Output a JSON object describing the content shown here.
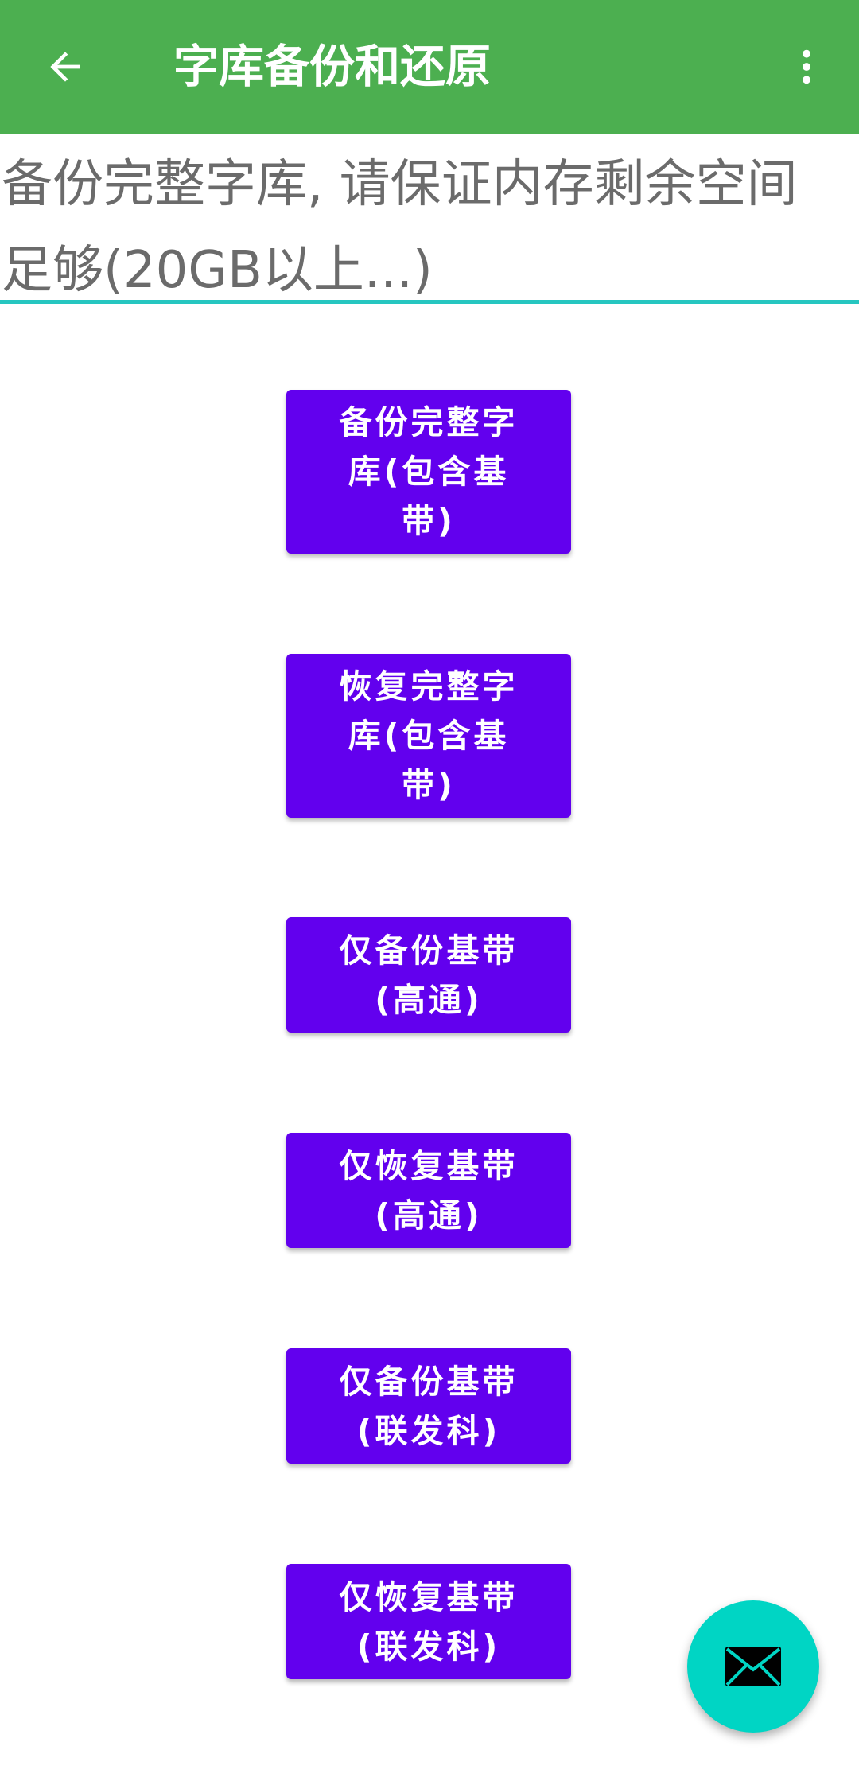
{
  "appbar": {
    "title": "字库备份和还原",
    "back_icon": "arrow-back-icon",
    "menu_icon": "more-vert-icon",
    "background_color": "#4caf50"
  },
  "info": {
    "text": "备份完整字库, 请保证内存剩余空间足够(20GB以上...)",
    "underline_color": "#26c6c0"
  },
  "buttons": [
    {
      "label": "备份完整字库(包含基带)"
    },
    {
      "label": "恢复完整字库(包含基带)"
    },
    {
      "label": "仅备份基带(高通)"
    },
    {
      "label": "仅恢复基带(高通)"
    },
    {
      "label": "仅备份基带(联发科)"
    },
    {
      "label": "仅恢复基带(联发科)"
    }
  ],
  "button_color": "#6200ee",
  "fab": {
    "icon": "mail-icon",
    "color": "#00d5c4"
  }
}
